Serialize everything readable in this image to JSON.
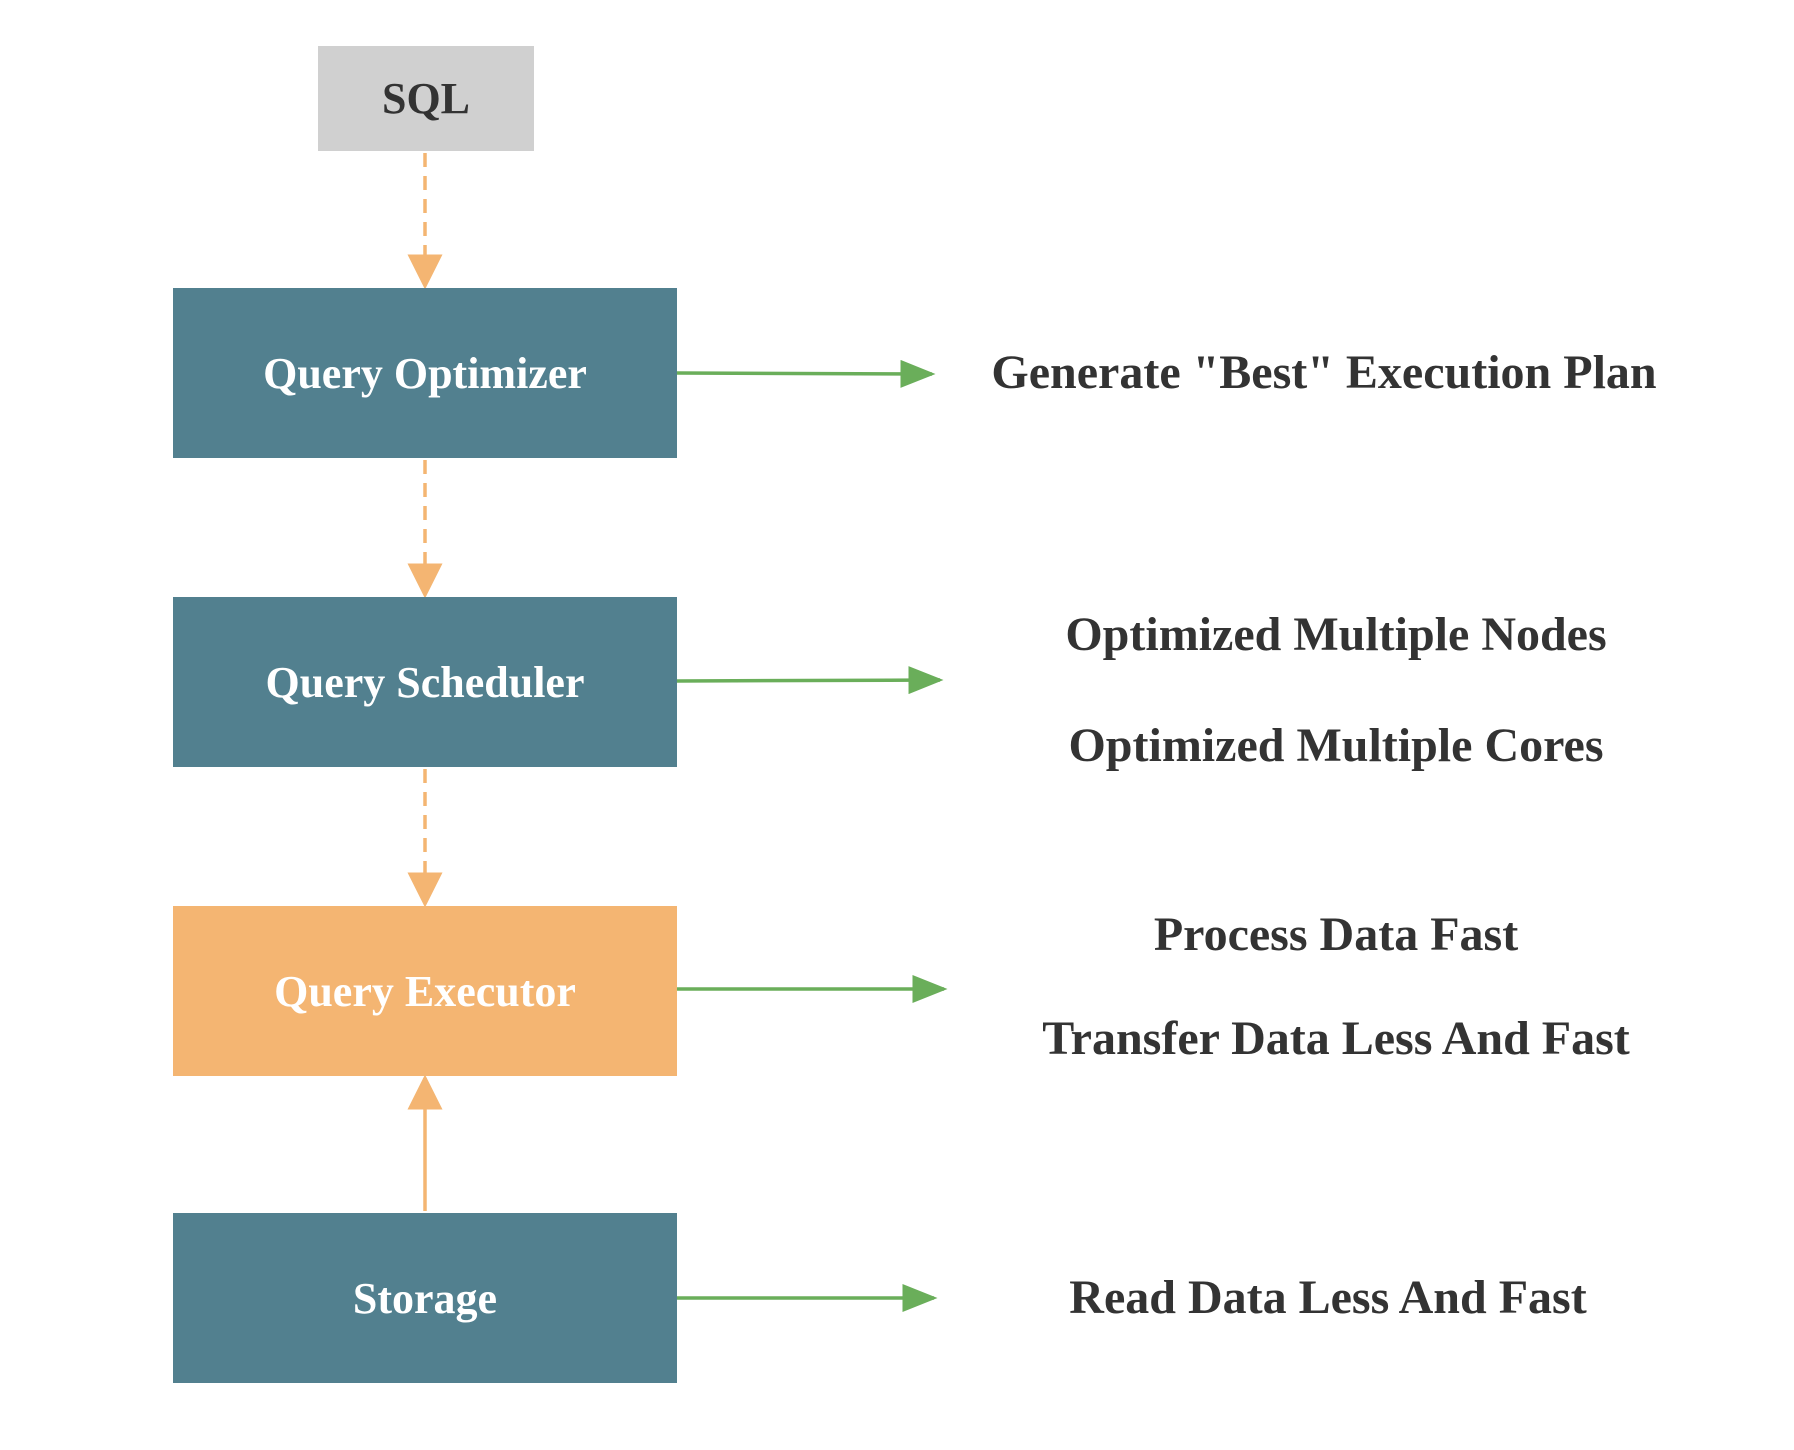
{
  "nodes": {
    "sql": "SQL",
    "optimizer": "Query Optimizer",
    "scheduler": "Query Scheduler",
    "executor": "Query Executor",
    "storage": "Storage"
  },
  "descriptions": {
    "optimizer": "Generate \"Best\" Execution Plan",
    "scheduler": [
      "Optimized Multiple Nodes",
      "Optimized Multiple Cores"
    ],
    "executor": [
      "Process Data Fast",
      "Transfer Data Less And Fast"
    ],
    "storage": "Read Data Less And Fast"
  },
  "colors": {
    "node_fill": "#52808f",
    "executor_fill": "#f4b572",
    "sql_fill": "#d0d0d0",
    "flow_arrow": "#f4b572",
    "desc_arrow": "#6aae5a",
    "text_dark": "#333333"
  }
}
